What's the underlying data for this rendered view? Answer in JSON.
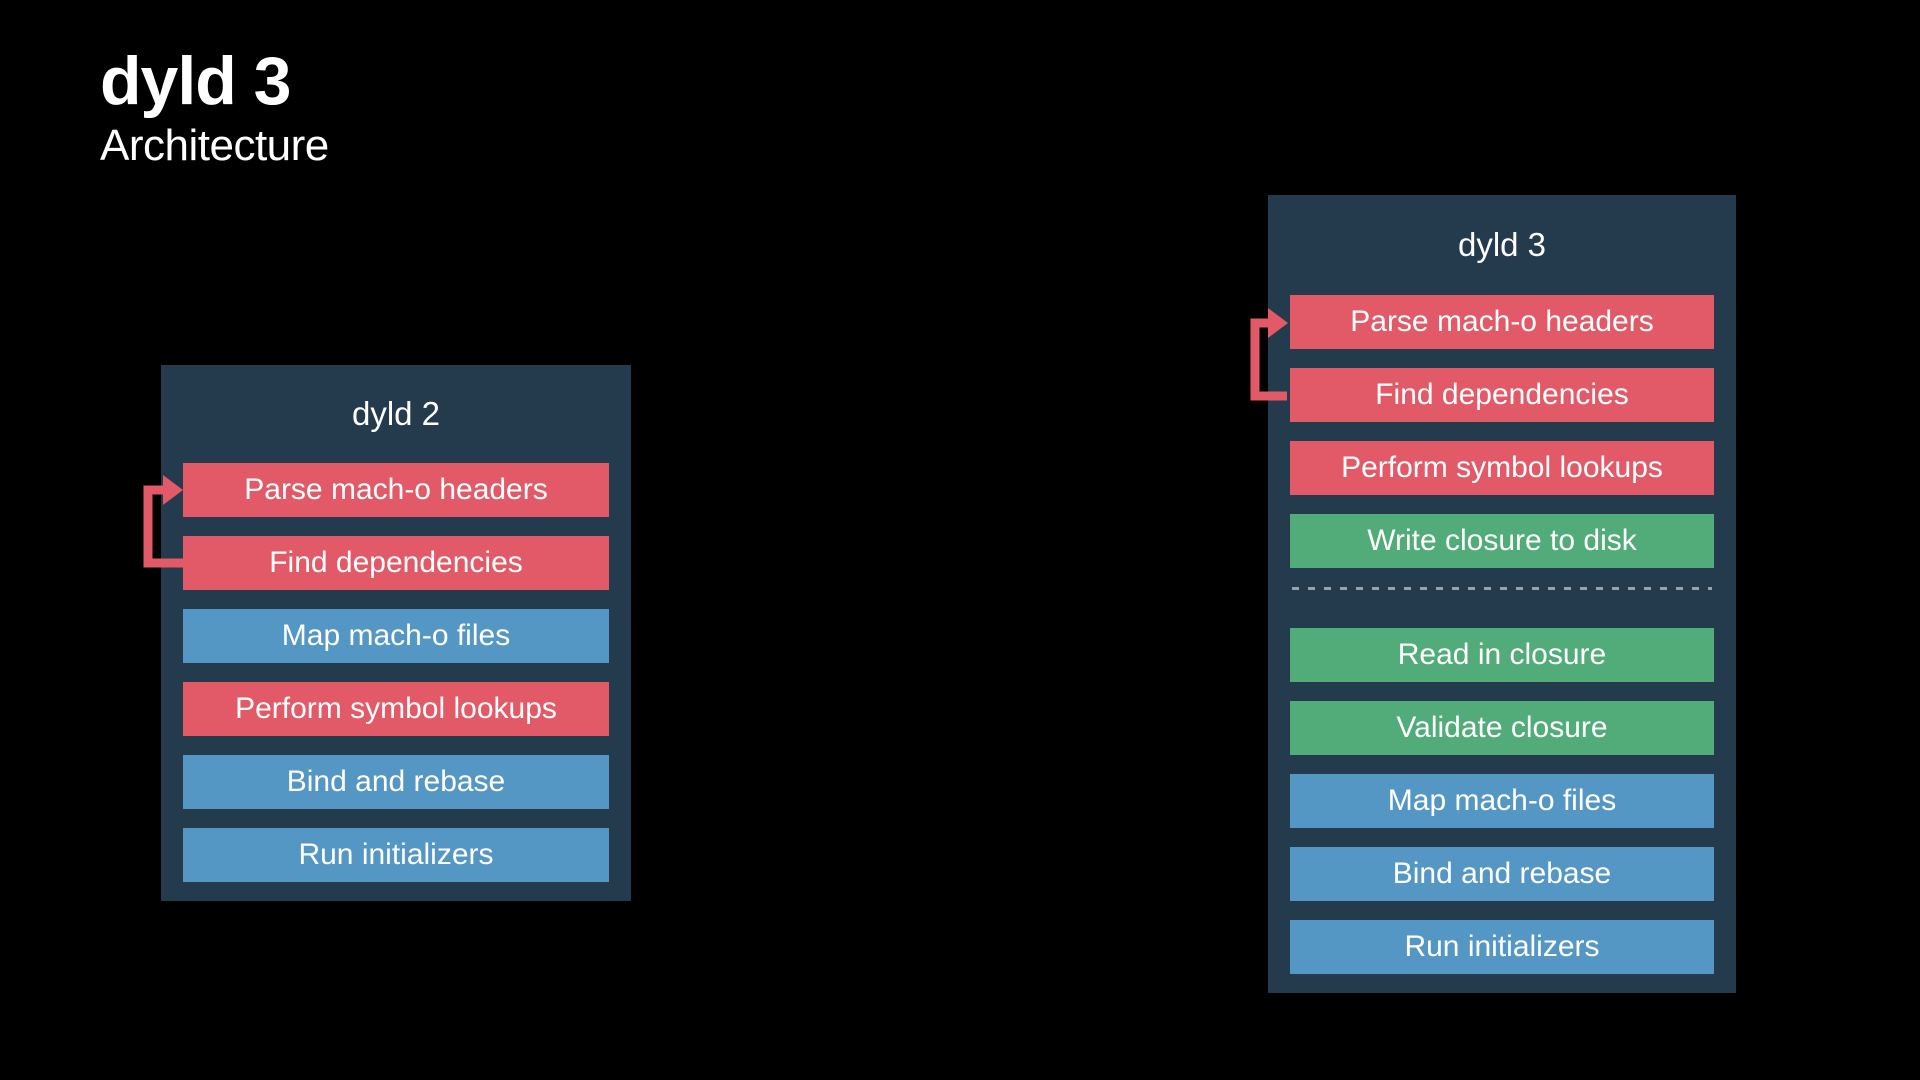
{
  "title": "dyld 3",
  "subtitle": "Architecture",
  "colors": {
    "background": "#000000",
    "panel": "#243a4d",
    "red": "#e25a67",
    "blue": "#5597c4",
    "green": "#52ac7a",
    "divider": "#98a3ad",
    "text": "#ffffff"
  },
  "panels": [
    {
      "id": "dyld2",
      "title": "dyld 2",
      "loop_arrow_between": [
        "Find dependencies",
        "Parse mach-o headers"
      ],
      "steps": [
        {
          "label": "Parse mach-o headers",
          "type": "red"
        },
        {
          "label": "Find dependencies",
          "type": "red"
        },
        {
          "label": "Map mach-o files",
          "type": "blue"
        },
        {
          "label": "Perform symbol lookups",
          "type": "red"
        },
        {
          "label": "Bind and rebase",
          "type": "blue"
        },
        {
          "label": "Run initializers",
          "type": "blue"
        }
      ]
    },
    {
      "id": "dyld3",
      "title": "dyld 3",
      "loop_arrow_between": [
        "Find dependencies",
        "Parse mach-o headers"
      ],
      "steps": [
        {
          "label": "Parse mach-o headers",
          "type": "red"
        },
        {
          "label": "Find dependencies",
          "type": "red"
        },
        {
          "label": "Perform symbol lookups",
          "type": "red"
        },
        {
          "label": "Write closure to disk",
          "type": "green"
        },
        {
          "type": "divider"
        },
        {
          "label": "Read in closure",
          "type": "green"
        },
        {
          "label": "Validate closure",
          "type": "green"
        },
        {
          "label": "Map mach-o files",
          "type": "blue"
        },
        {
          "label": "Bind and rebase",
          "type": "blue"
        },
        {
          "label": "Run initializers",
          "type": "blue"
        }
      ]
    }
  ]
}
